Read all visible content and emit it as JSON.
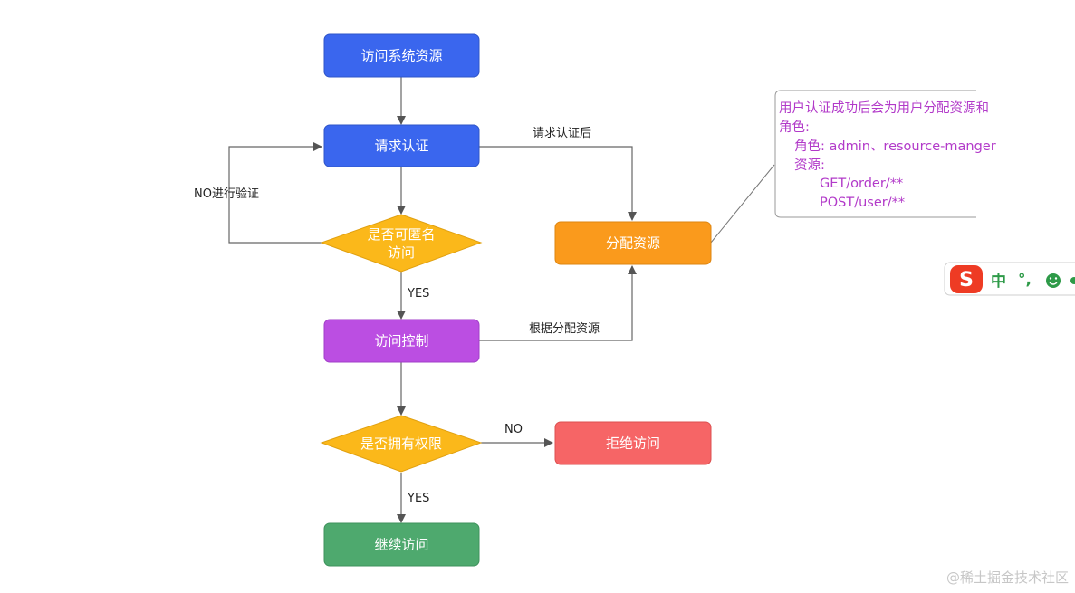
{
  "nodes": {
    "access_system_resource": "访问系统资源",
    "request_auth": "请求认证",
    "anonymous_check_line1": "是否可匿名",
    "anonymous_check_line2": "访问",
    "assign_resource": "分配资源",
    "access_control": "访问控制",
    "permission_check": "是否拥有权限",
    "deny_access": "拒绝访问",
    "continue_access": "继续访问"
  },
  "edges": {
    "after_auth": "请求认证后",
    "no_verify": "NO进行验证",
    "yes_anonymous": "YES",
    "by_assigned": "根据分配资源",
    "no_permission": "NO",
    "yes_permission": "YES"
  },
  "note": {
    "line1": "用户认证成功后会为用户分配资源和",
    "line2": "角色:",
    "line3": "角色: admin、resource-manger",
    "line4": "资源:",
    "line5": "GET/order/**",
    "line6": "POST/user/**"
  },
  "ime_toolbar": {
    "logo_letter": "S",
    "mode": "中",
    "punct": "°,",
    "emoji_icon": "smiley-icon"
  },
  "watermark": "@稀土掘金技术社区",
  "colors": {
    "blue": "#3a66ee",
    "yellow": "#fbb81a",
    "orange": "#fa9a1c",
    "purple": "#bb4ee2",
    "red": "#f66566",
    "green": "#4ea96e",
    "note_text": "#b23ac9",
    "ime_red": "#ee3b24",
    "ime_green": "#2e9a48"
  }
}
